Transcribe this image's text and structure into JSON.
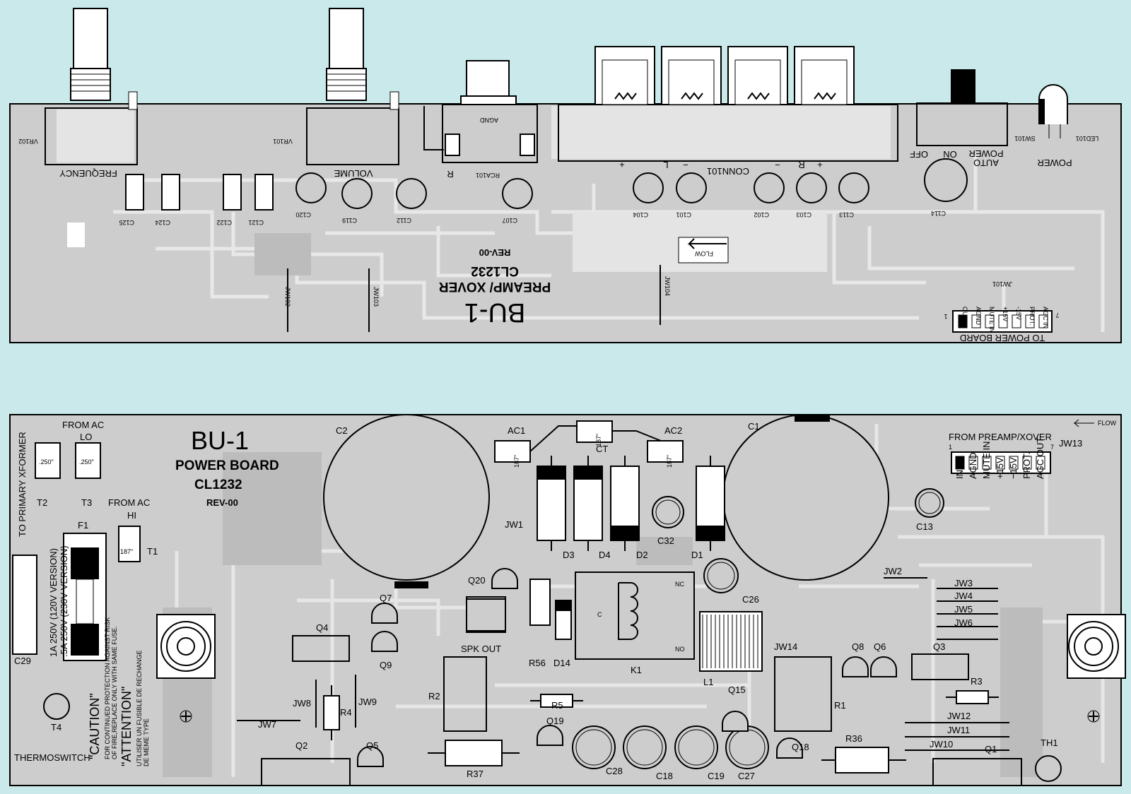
{
  "colors": {
    "background": "#c9e9ea",
    "board_fill": "#cdcdcd",
    "trace": "#e4e4e4",
    "outline": "#000000"
  },
  "preamp_board": {
    "title": "BU-1",
    "subtitle": "PREAMP/ XOVER",
    "part_no": "CL1232",
    "rev": "REV-00",
    "flow": "FLOW",
    "connector_label": "TO POWER BOARD",
    "connector_pins": [
      "OUT",
      "AGND",
      "MUTE IN",
      "+15V",
      "-15V",
      "PROT.",
      "AGC IN"
    ],
    "connector_ref": "JW101",
    "pin_first": "1",
    "pin_last": "7",
    "pots": [
      {
        "ref": "VR102",
        "name": "FREQUENCY"
      },
      {
        "ref": "VR101",
        "name": "VOLUME"
      }
    ],
    "rca": {
      "ref": "RCA101",
      "agnd": "AGND",
      "r": "R"
    },
    "speaker_conn": {
      "ref": "CONN101",
      "l": "L",
      "r": "R",
      "plus": "+",
      "minus": "−"
    },
    "switch": {
      "ref": "SW101",
      "off": "OFF",
      "on": "ON",
      "auto": "AUTO",
      "power": "POWER"
    },
    "led": {
      "ref": "LED101",
      "name": "POWER"
    },
    "capacitors": [
      "C125",
      "C124",
      "C122",
      "C121",
      "C120",
      "C119",
      "C112",
      "C107",
      "C104",
      "C101",
      "C102",
      "C103",
      "C113",
      "C114"
    ],
    "jumpers": [
      "JW102",
      "JW103",
      "JW104"
    ]
  },
  "power_board": {
    "title": "BU-1",
    "subtitle": "POWER BOARD",
    "part_no": "CL1232",
    "rev": "REV-00",
    "to_primary": "TO PRIMARY XFORMER",
    "from_ac_lo": [
      "FROM AC",
      "LO"
    ],
    "from_ac_hi": [
      "FROM AC",
      "HI"
    ],
    "terminals": [
      {
        "ref": "T2",
        "value": ".250\""
      },
      {
        "ref": "T3",
        "value": ".250\""
      },
      {
        "ref": "T1",
        "value": "187\""
      },
      {
        "ref": "AC1",
        "value": "187\""
      },
      {
        "ref": "CT",
        "value": "187\""
      },
      {
        "ref": "AC2",
        "value": "187\""
      }
    ],
    "fuse": {
      "ref": "F1",
      "line1": "1A 250V (120V VERSION)",
      "line2": ".5A 250V (230V VERSION)"
    },
    "caution": {
      "title": "\"CAUTION\"",
      "line1": "FOR CONTINUED PROTECTION AGAINST RISK",
      "line2": "OF FIRE,REPLACE ONLY WITH SAME FUSE.",
      "fr_title": "\"ATTENTION\"",
      "fr1": "UTILISER UN FUSIBLE DE RECHANGE",
      "fr2": "DE MEME TYPE"
    },
    "thermoswitch": "THERMOSWITCH",
    "from_preamp": "FROM PREAMP/XOVER",
    "flow": "FLOW",
    "connector_pins": [
      "IN",
      "AGND",
      "MUTE IN",
      "+15V",
      "−15V",
      "PROT.",
      "AGC OUT"
    ],
    "connector_ref": "JW13",
    "pin_first": "1",
    "pin_last": "7",
    "spk_out": "SPK OUT",
    "relay": {
      "ref": "K1",
      "nc": "NC",
      "no": "NO",
      "c": "C"
    },
    "labels": [
      "C2",
      "C1",
      "C13",
      "C32",
      "C26",
      "C28",
      "C18",
      "C19",
      "C27",
      "C29",
      "D1",
      "D2",
      "D3",
      "D4",
      "D14",
      "R1",
      "R2",
      "R3",
      "R4",
      "R5",
      "R36",
      "R37",
      "R56",
      "L1",
      "Q1",
      "Q2",
      "Q3",
      "Q4",
      "Q5",
      "Q6",
      "Q7",
      "Q8",
      "Q9",
      "Q15",
      "Q18",
      "Q19",
      "Q20",
      "T4",
      "TH1",
      "JW1",
      "JW2",
      "JW3",
      "JW4",
      "JW5",
      "JW6",
      "JW7",
      "JW8",
      "JW9",
      "JW10",
      "JW11",
      "JW12",
      "JW14"
    ]
  }
}
